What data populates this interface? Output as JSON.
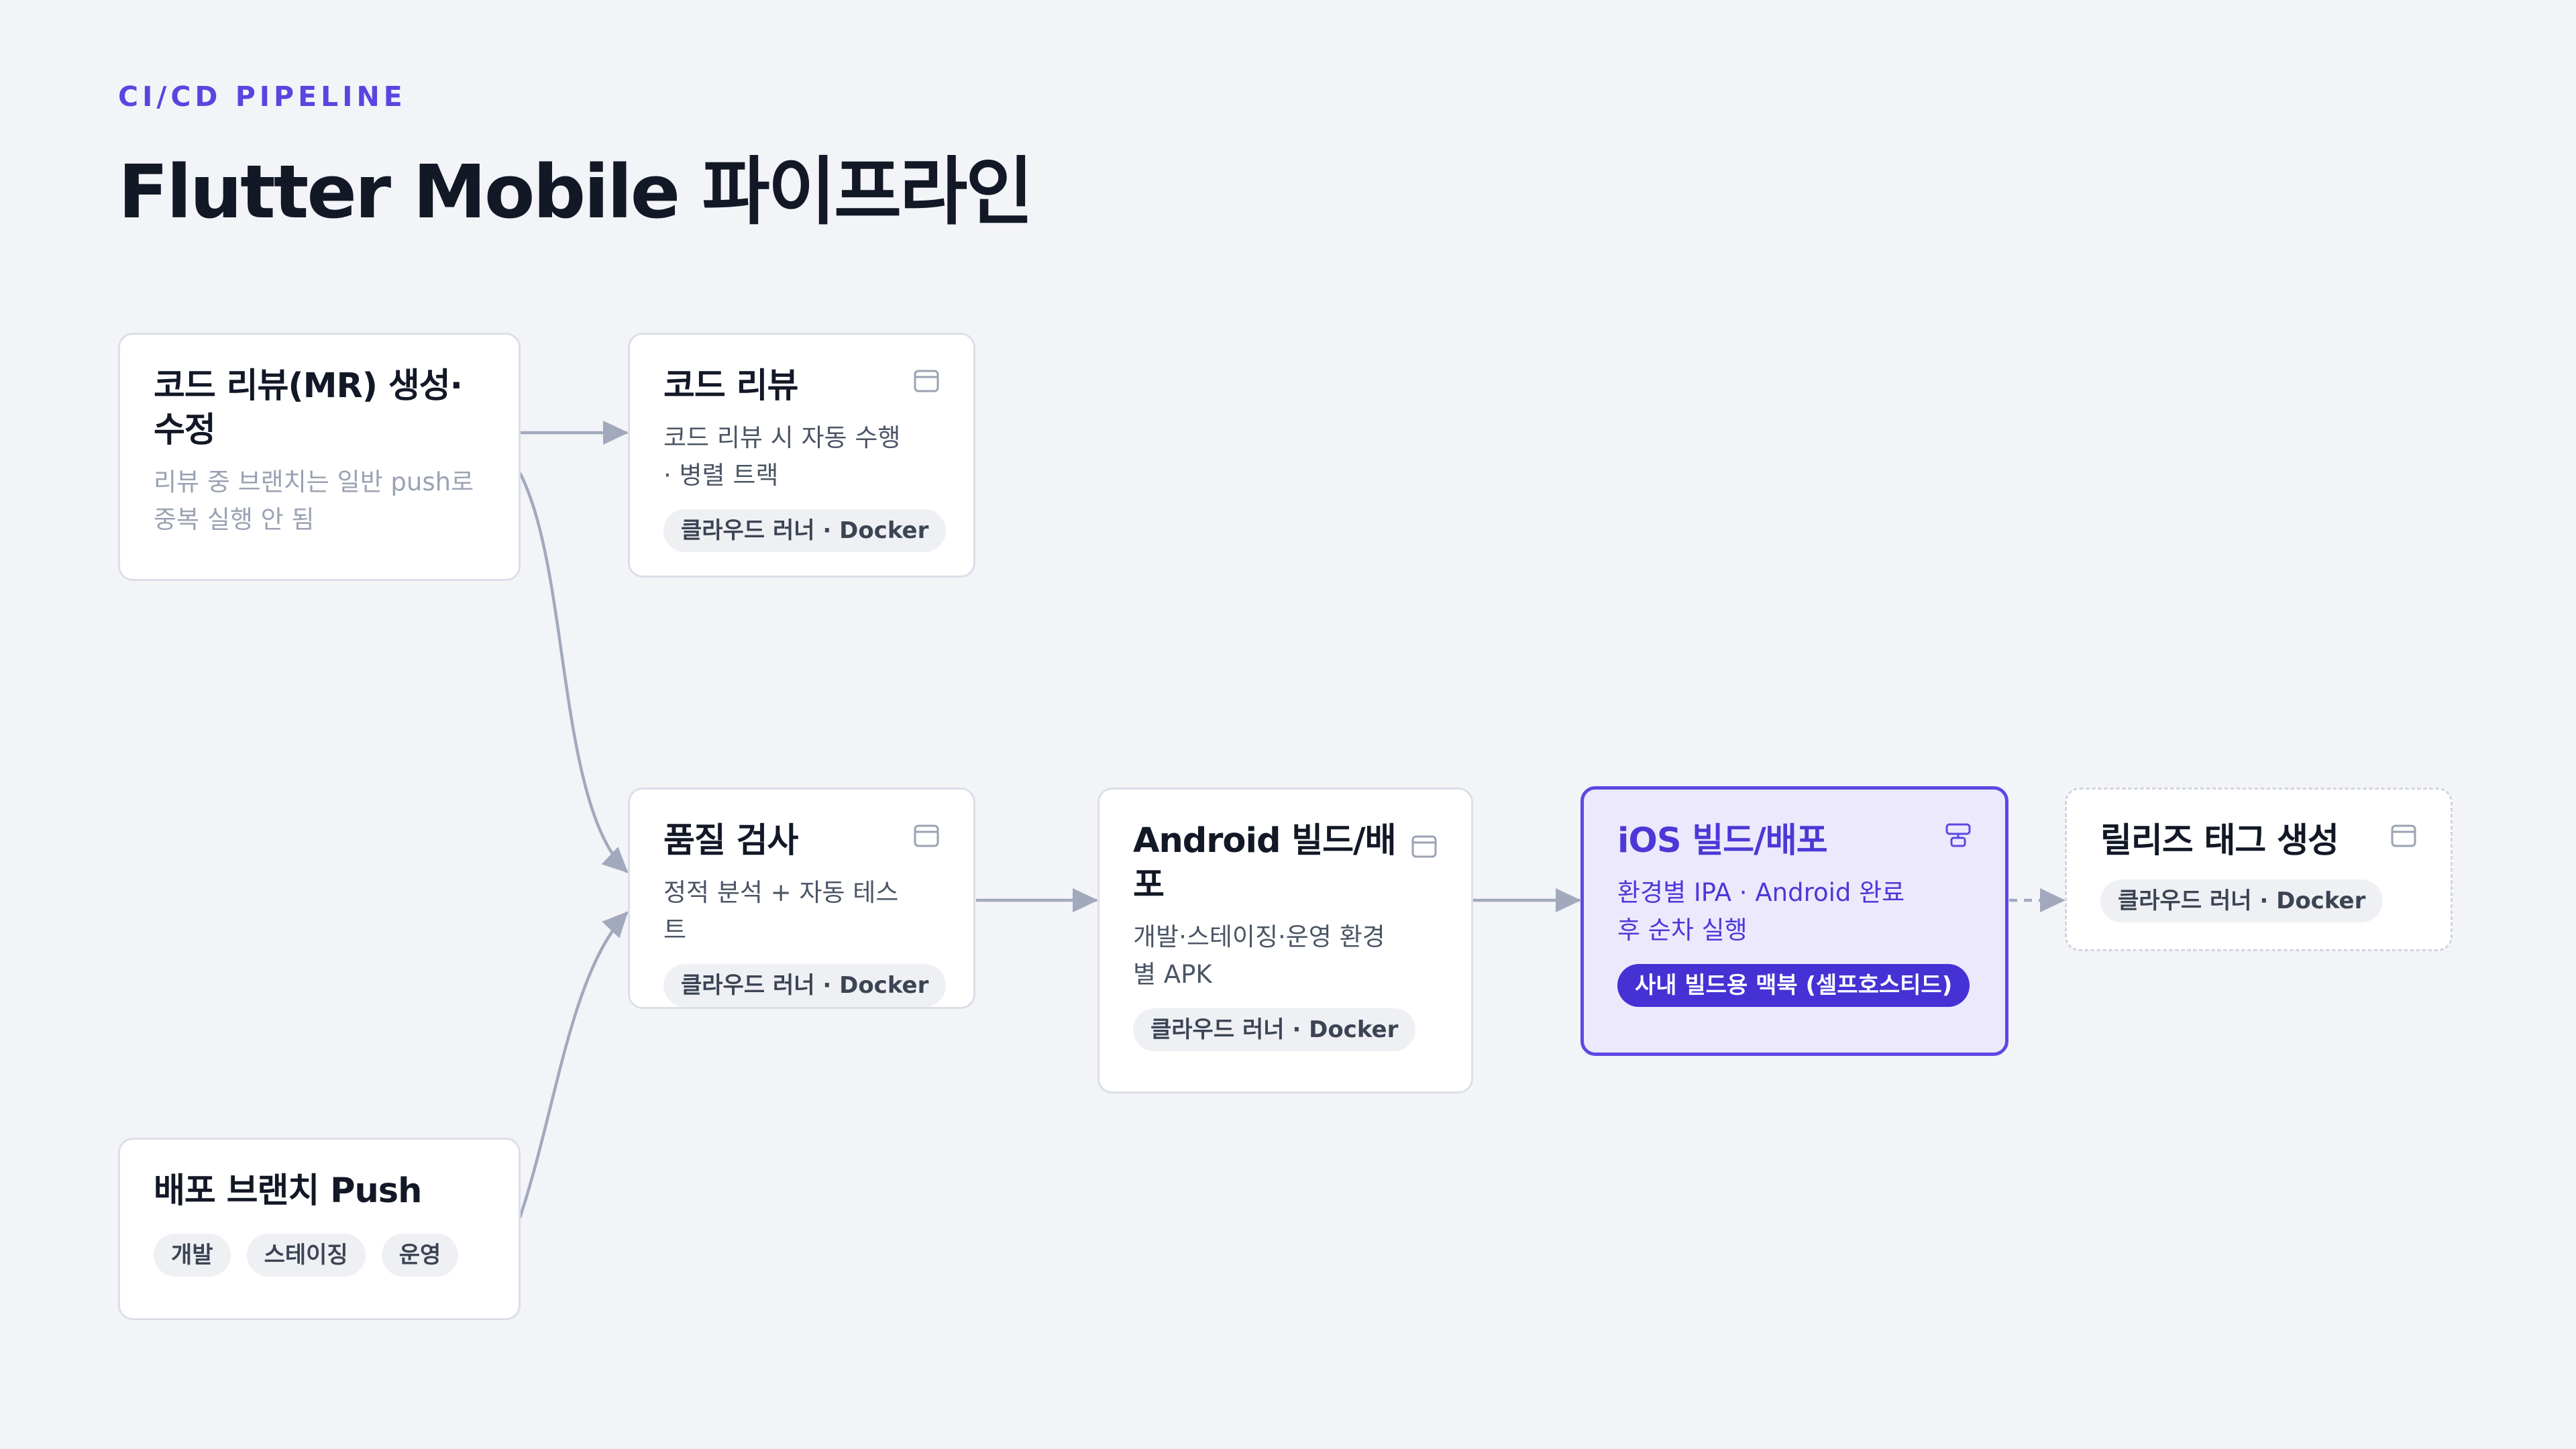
{
  "header": {
    "eyebrow": "CI/CD PIPELINE",
    "title": "Flutter Mobile 파이프라인"
  },
  "nodes": {
    "mr": {
      "title": "코드 리뷰(MR) 생성·수정",
      "desc": "리뷰 중 브랜치는 일반 push로 중복 실행 안 됨"
    },
    "review": {
      "title": "코드 리뷰",
      "desc": "코드 리뷰 시 자동 수행 · 병렬 트랙",
      "tag": "클라우드 러너 · Docker",
      "icon": "calendar-icon"
    },
    "push": {
      "title": "배포 브랜치 Push",
      "tags": [
        "개발",
        "스테이징",
        "운영"
      ]
    },
    "quality": {
      "title": "품질 검사",
      "desc": "정적 분석 + 자동 테스트",
      "tag": "클라우드 러너 · Docker",
      "icon": "calendar-icon"
    },
    "android": {
      "title": "Android 빌드/배포",
      "desc": "개발·스테이징·운영 환경별 APK",
      "tag": "클라우드 러너 · Docker",
      "icon": "calendar-icon"
    },
    "ios": {
      "title": "iOS 빌드/배포",
      "desc": "환경별 IPA · Android 완료 후 순차 실행",
      "tag": "사내 빌드용 맥북 (셀프호스티드)",
      "icon": "server-icon"
    },
    "release": {
      "title": "릴리즈 태그 생성",
      "tag": "클라우드 러너 · Docker",
      "icon": "calendar-icon"
    }
  },
  "colors": {
    "accent": "#5b45e0",
    "edge": "#a3a9bd",
    "highlight_bg": "#ece9fd",
    "highlight_border": "#5d48e3"
  }
}
